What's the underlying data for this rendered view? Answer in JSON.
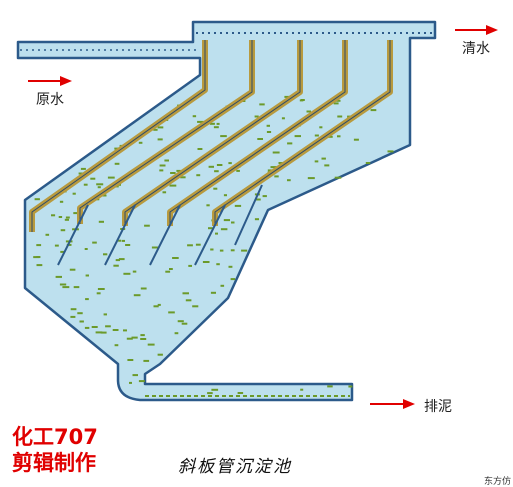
{
  "labels": {
    "inlet": "原水",
    "clear_water": "清水",
    "sludge": "排泥"
  },
  "brand": {
    "line1": "化工707",
    "line2": "剪辑制作"
  },
  "caption": "斜板管沉淀池",
  "corner_text": "东方仿",
  "colors": {
    "water": "#bde0ee",
    "outline": "#2c5a8a",
    "plate": "#b89a3e",
    "sludge": "#6b9a2a",
    "arrow": "#e00000",
    "brand": "#e00000"
  }
}
